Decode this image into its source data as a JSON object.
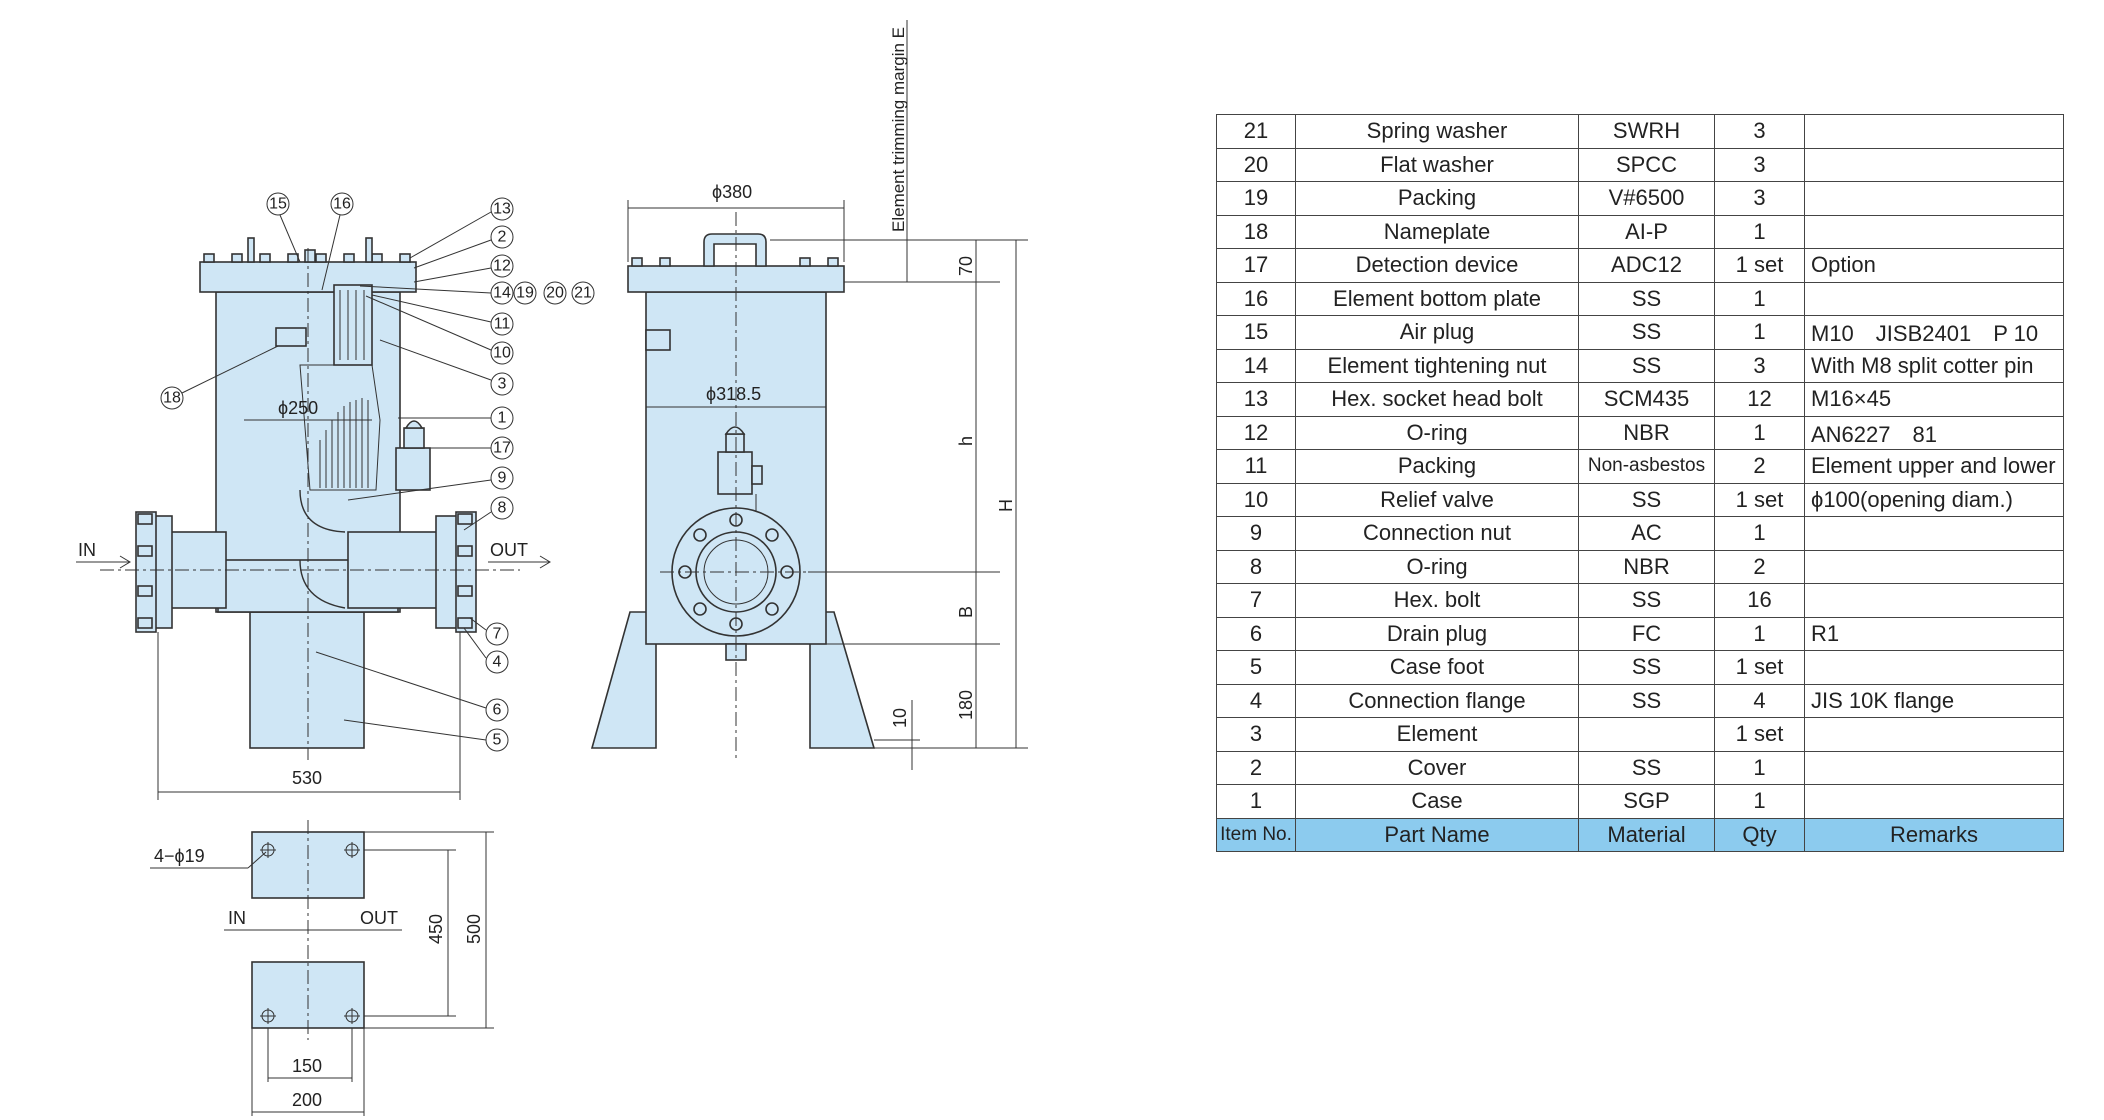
{
  "drawing": {
    "front_view": {
      "dim_diam_250": "ϕ250",
      "dim_width_530": "530",
      "in_label": "IN",
      "out_label": "OUT"
    },
    "side_view": {
      "dim_diam_380": "ϕ380",
      "dim_diam_318": "ϕ318.5",
      "margin_label": "Element trimming margin E",
      "dim_70": "70",
      "dim_h": "h",
      "dim_H": "H",
      "dim_B": "B",
      "dim_180": "180",
      "dim_10": "10"
    },
    "base_plan": {
      "hole_label": "4−ϕ19",
      "in_label": "IN",
      "out_label": "OUT",
      "dim_450": "450",
      "dim_500": "500",
      "dim_150": "150",
      "dim_200": "200"
    },
    "callouts": [
      "15",
      "16",
      "13",
      "2",
      "12",
      "14",
      "19",
      "20",
      "21",
      "11",
      "10",
      "3",
      "18",
      "1",
      "17",
      "9",
      "8",
      "7",
      "4",
      "6",
      "5"
    ]
  },
  "parts_table": {
    "rows": [
      {
        "no": "21",
        "name": "Spring washer",
        "material": "SWRH",
        "qty": "3",
        "remarks": ""
      },
      {
        "no": "20",
        "name": "Flat washer",
        "material": "SPCC",
        "qty": "3",
        "remarks": ""
      },
      {
        "no": "19",
        "name": "Packing",
        "material": "V#6500",
        "qty": "3",
        "remarks": ""
      },
      {
        "no": "18",
        "name": "Nameplate",
        "material": "AI-P",
        "qty": "1",
        "remarks": ""
      },
      {
        "no": "17",
        "name": "Detection device",
        "material": "ADC12",
        "qty": "1 set",
        "remarks": "Option"
      },
      {
        "no": "16",
        "name": "Element bottom plate",
        "material": "SS",
        "qty": "1",
        "remarks": ""
      },
      {
        "no": "15",
        "name": "Air plug",
        "material": "SS",
        "qty": "1",
        "remarks": "M10　JISB2401　P 10"
      },
      {
        "no": "14",
        "name": "Element tightening nut",
        "material": "SS",
        "qty": "3",
        "remarks": "With M8 split cotter pin"
      },
      {
        "no": "13",
        "name": "Hex. socket head bolt",
        "material": "SCM435",
        "qty": "12",
        "remarks": "M16×45"
      },
      {
        "no": "12",
        "name": "O-ring",
        "material": "NBR",
        "qty": "1",
        "remarks": "AN6227　81"
      },
      {
        "no": "11",
        "name": "Packing",
        "material": "Non-asbestos",
        "qty": "2",
        "remarks": "Element upper and lower"
      },
      {
        "no": "10",
        "name": "Relief valve",
        "material": "SS",
        "qty": "1 set",
        "remarks": "ϕ100(opening diam.)"
      },
      {
        "no": "9",
        "name": "Connection nut",
        "material": "AC",
        "qty": "1",
        "remarks": ""
      },
      {
        "no": "8",
        "name": "O-ring",
        "material": "NBR",
        "qty": "2",
        "remarks": ""
      },
      {
        "no": "7",
        "name": "Hex. bolt",
        "material": "SS",
        "qty": "16",
        "remarks": ""
      },
      {
        "no": "6",
        "name": "Drain plug",
        "material": "FC",
        "qty": "1",
        "remarks": "R1"
      },
      {
        "no": "5",
        "name": "Case foot",
        "material": "SS",
        "qty": "1 set",
        "remarks": ""
      },
      {
        "no": "4",
        "name": "Connection flange",
        "material": "SS",
        "qty": "4",
        "remarks": "JIS 10K flange"
      },
      {
        "no": "3",
        "name": "Element",
        "material": "",
        "qty": "1 set",
        "remarks": ""
      },
      {
        "no": "2",
        "name": "Cover",
        "material": "SS",
        "qty": "1",
        "remarks": ""
      },
      {
        "no": "1",
        "name": "Case",
        "material": "SGP",
        "qty": "1",
        "remarks": ""
      }
    ],
    "header": {
      "no": "Item No.",
      "name": "Part Name",
      "material": "Material",
      "qty": "Qty",
      "remarks": "Remarks"
    }
  }
}
